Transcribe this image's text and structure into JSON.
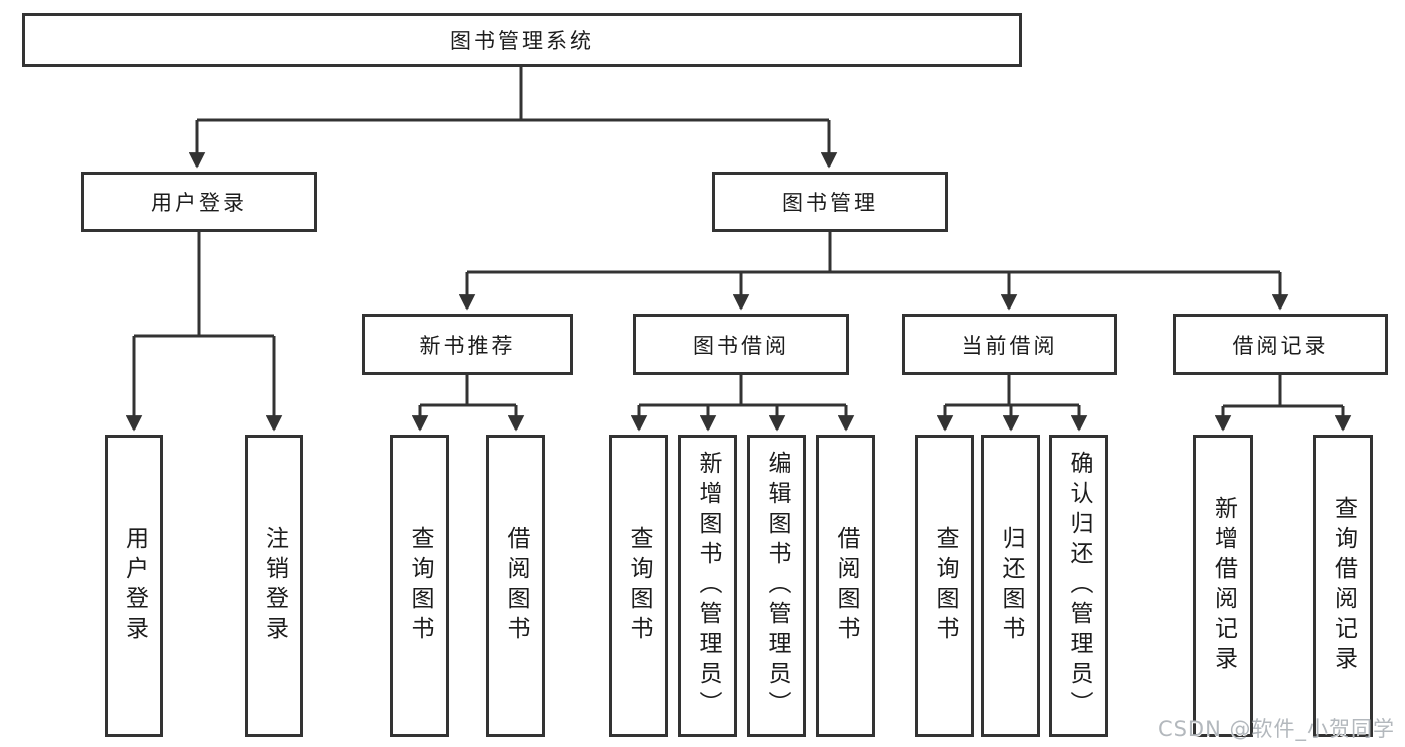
{
  "colors": {
    "line": "#333333",
    "box_fill": "#ffffff",
    "text": "#1c1c1c",
    "watermark": "#b3b8bd",
    "bg": "#ffffff"
  },
  "nodes": {
    "root": {
      "label": "图书管理系统"
    },
    "user_login": {
      "label": "用户登录"
    },
    "book_management": {
      "label": "图书管理"
    },
    "new_book_recommendation": {
      "label": "新书推荐"
    },
    "book_borrowing": {
      "label": "图书借阅"
    },
    "current_borrowing": {
      "label": "当前借阅"
    },
    "borrowing_records": {
      "label": "借阅记录"
    }
  },
  "leaves": {
    "user_login": [
      "用户登录",
      "注销登录"
    ],
    "new_book_recommendation": [
      "查询图书",
      "借阅图书"
    ],
    "book_borrowing": [
      "查询图书",
      "新增图书（管理员）",
      "编辑图书（管理员）",
      "借阅图书"
    ],
    "current_borrowing": [
      "查询图书",
      "归还图书",
      "确认归还（管理员）"
    ],
    "borrowing_records": [
      "新增借阅记录",
      "查询借阅记录"
    ]
  },
  "edges": [
    {
      "from": "图书管理系统",
      "to": [
        "用户登录",
        "图书管理"
      ]
    },
    {
      "from": "用户登录",
      "to": [
        "用户登录",
        "注销登录"
      ]
    },
    {
      "from": "图书管理",
      "to": [
        "新书推荐",
        "图书借阅",
        "当前借阅",
        "借阅记录"
      ]
    },
    {
      "from": "新书推荐",
      "to": [
        "查询图书",
        "借阅图书"
      ]
    },
    {
      "from": "图书借阅",
      "to": [
        "查询图书",
        "新增图书（管理员）",
        "编辑图书（管理员）",
        "借阅图书"
      ]
    },
    {
      "from": "当前借阅",
      "to": [
        "查询图书",
        "归还图书",
        "确认归还（管理员）"
      ]
    },
    {
      "from": "借阅记录",
      "to": [
        "新增借阅记录",
        "查询借阅记录"
      ]
    }
  ],
  "watermark": "CSDN @软件_小贺同学"
}
